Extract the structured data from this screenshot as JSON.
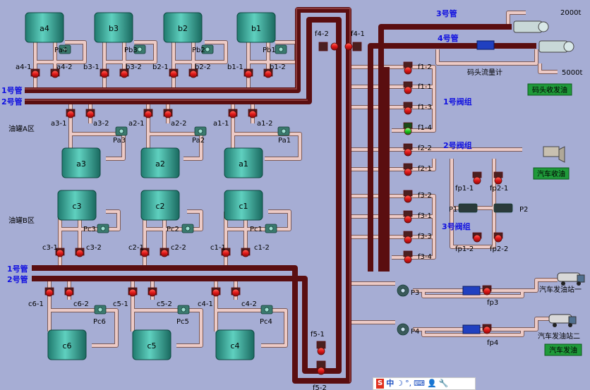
{
  "pipes": {
    "pipe1_label": "1号管",
    "pipe2_label": "2号管",
    "pipe3_label": "3号管",
    "pipe4_label": "4号管"
  },
  "areas": {
    "area_a": "油罐A区",
    "area_b": "油罐B区"
  },
  "tanks": {
    "a4": "a4",
    "b3": "b3",
    "b2": "b2",
    "b1": "b1",
    "a3": "a3",
    "a2": "a2",
    "a1": "a1",
    "c3": "c3",
    "c2": "c2",
    "c1": "c1",
    "c6": "c6",
    "c5": "c5",
    "c4": "c4"
  },
  "pumps": {
    "Pa4": "Pa4",
    "Pb3": "Pb3",
    "Pb2": "Pb2",
    "Pb1": "Pb1",
    "Pa3": "Pa3",
    "Pa2": "Pa2",
    "Pa1": "Pa1",
    "Pc3": "Pc3",
    "Pc2": "Pc2",
    "Pc1": "Pc1",
    "Pc6": "Pc6",
    "Pc5": "Pc5",
    "Pc4": "Pc4",
    "P1": "P1",
    "P2": "P2",
    "P3": "P3",
    "P4": "P4"
  },
  "valves": {
    "a4_1": "a4-1",
    "a4_2": "a4-2",
    "b3_1": "b3-1",
    "b3_2": "b3-2",
    "b2_1": "b2-1",
    "b2_2": "b2-2",
    "b1_1": "b1-1",
    "b1_2": "b1-2",
    "a3_1": "a3-1",
    "a3_2": "a3-2",
    "a2_1": "a2-1",
    "a2_2": "a2-2",
    "a1_1": "a1-1",
    "a1_2": "a1-2",
    "c3_1": "c3-1",
    "c3_2": "c3-2",
    "c2_1": "c2-1",
    "c2_2": "c2-2",
    "c1_1": "c1-1",
    "c1_2": "c1-2",
    "c6_1": "c6-1",
    "c6_2": "c6-2",
    "c5_1": "c5-1",
    "c5_2": "c5-2",
    "c4_1": "c4-1",
    "c4_2": "c4-2",
    "f4_1": "f4-1",
    "f4_2": "f4-2",
    "f5_1": "f5-1",
    "f5_2": "f5-2",
    "f1_1": "f1-1",
    "f1_2": "f1-2",
    "f1_3": "f1-3",
    "f1_4": "f1-4",
    "f2_1": "f2-1",
    "f2_2": "f2-2",
    "f3_1": "f3-1",
    "f3_2": "f3-2",
    "f3_3": "f3-3",
    "f3_4": "f3-4",
    "fp1_1": "fp1-1",
    "fp1_2": "fp1-2",
    "fp2_1": "fp2-1",
    "fp2_2": "fp2-2",
    "fp3": "fp3",
    "fp4": "fp4"
  },
  "groups": {
    "g1": "1号阀组",
    "g2": "2号阀组",
    "g3": "3号阀组"
  },
  "dock": {
    "meter": "码头流量计",
    "t2000": "2000t",
    "t5000": "5000t",
    "send_button": "码头收发油"
  },
  "truck": {
    "receive_button": "汽车收油",
    "station1": "汽车发油站一",
    "station2": "汽车发油站二",
    "send_button": "汽车发油"
  },
  "taskbar": {
    "logo": "S",
    "lang": "中",
    "moon": "☽",
    "dot": "°,",
    "keyboard": "⌨",
    "user": "👤",
    "wrench": "🔧"
  },
  "colors": {
    "background": "#a6add4",
    "main_pipe": "#5a0e10",
    "branch_pipe": "#e8c4c0",
    "tank": "#2a9e8e",
    "valve_red": "#e01818",
    "valve_green": "#1ec81e",
    "button_green": "#1f9a3a"
  }
}
